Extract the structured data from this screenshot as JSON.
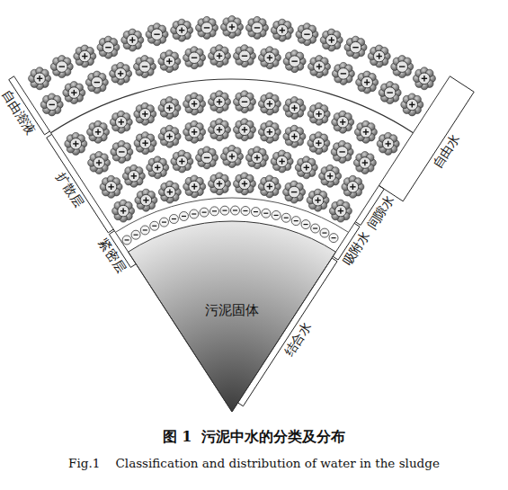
{
  "diagram": {
    "caption": "图 1  污泥中水的分类及分布",
    "nodes": [
      {
        "text": [
          "污泥固体"
        ]
      }
    ],
    "labels": [
      "自由溶液",
      "扩散层",
      "紧密层",
      "自由水",
      "间隙水",
      "吸附水",
      "结合水",
      "Fig.1    Classification and distribution of water in the sludge"
    ]
  }
}
